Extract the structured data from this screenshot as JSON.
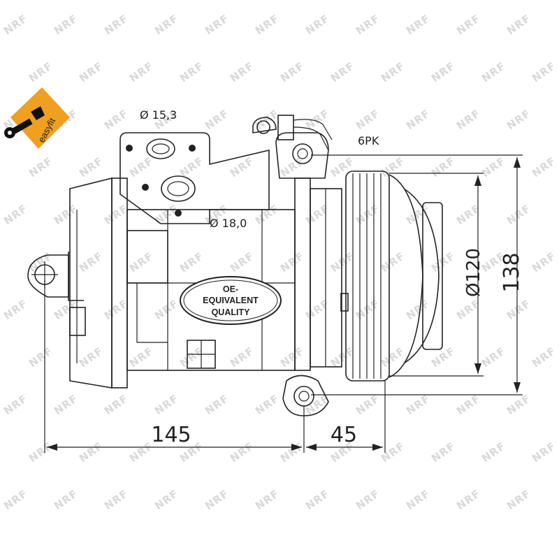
{
  "badge": {
    "text": "easyfit",
    "color": "#f0a020"
  },
  "watermark": {
    "text": "NRF"
  },
  "seal": {
    "line1": "OE-",
    "line2": "EQUIVALENT",
    "line3": "QUALITY"
  },
  "labels": {
    "port_small": "Ø 15,3",
    "port_large": "Ø 18,0",
    "belt": "6PK"
  },
  "dimensions": {
    "length_body": "145",
    "length_pulley": "45",
    "pulley_diameter": "Ø120",
    "height": "138"
  }
}
